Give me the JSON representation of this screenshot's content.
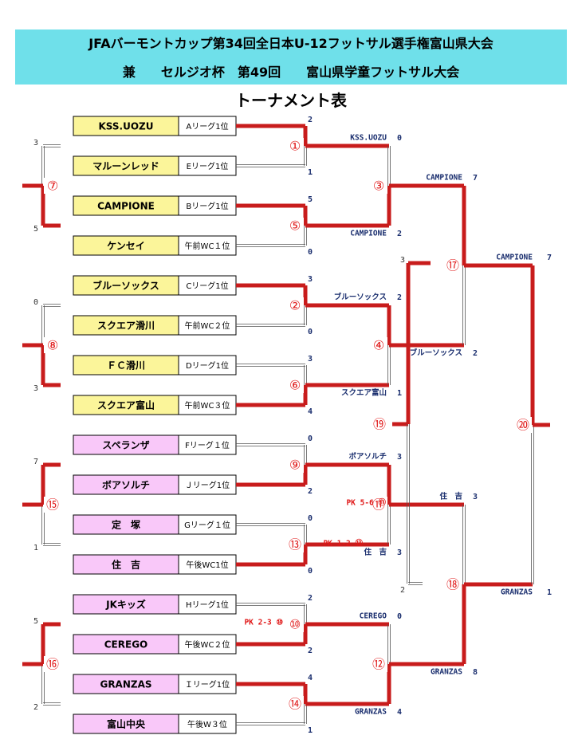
{
  "header": {
    "line1": "JFAバーモントカップ第34回全日本U-12フットサル選手権富山県大会",
    "line2": "兼　　セルジオ杯　第49回　　富山県学童フットサル大会"
  },
  "title": "トーナメント表",
  "colors": {
    "yellow": "#fbf59a",
    "pink": "#f9c8f9",
    "red": "#c81c1c",
    "banner": "#6fe0ea"
  },
  "entries": [
    {
      "team": "KSS.UOZU",
      "seed": "Aリーグ1位"
    },
    {
      "team": "マルーンレッド",
      "seed": "Eリーグ1位"
    },
    {
      "team": "CAMPIONE",
      "seed": "Bリーグ1位"
    },
    {
      "team": "ケンセイ",
      "seed": "午前WC１位"
    },
    {
      "team": "ブルーソックス",
      "seed": "Cリーグ1位"
    },
    {
      "team": "スクエア滑川",
      "seed": "午前WC２位"
    },
    {
      "team": "ＦＣ滑川",
      "seed": "Dリーグ1位"
    },
    {
      "team": "スクエア富山",
      "seed": "午前WC３位"
    },
    {
      "team": "スペランザ",
      "seed": "Fリーグ１位"
    },
    {
      "team": "ボアソルチ",
      "seed": "Ｊリーグ1位"
    },
    {
      "team": "定　塚",
      "seed": "Gリーグ１位"
    },
    {
      "team": "住　吉",
      "seed": "午後WC1位"
    },
    {
      "team": "JKキッズ",
      "seed": "Hリーグ1位"
    },
    {
      "team": "CEREGO",
      "seed": "午後WC２位"
    },
    {
      "team": "GRANZAS",
      "seed": "Ｉリーグ1位"
    },
    {
      "team": "富山中央",
      "seed": "午後W３位"
    }
  ],
  "r1_scores": [
    "2",
    "1",
    "5",
    "0",
    "3",
    "0",
    "3",
    "4",
    "0",
    "2",
    "0",
    "0",
    "2",
    "2",
    "4",
    "1"
  ],
  "match_labels": {
    "m1": "①",
    "m3": "③",
    "m5": "⑤",
    "m7": "⑦",
    "m2": "②",
    "m4": "④",
    "m6": "⑥",
    "m8": "⑧",
    "m9": "⑨",
    "m11": "⑪",
    "m13": "⑬",
    "m15": "⑮",
    "m10": "⑩",
    "m12": "⑫",
    "m14": "⑭",
    "m16": "⑯",
    "m17": "⑰",
    "m18": "⑱",
    "m19": "⑲",
    "m20": "⑳"
  },
  "pk": {
    "m13": "PK 1-2",
    "m11": "PK 5-6",
    "m10": "PK 2-3"
  },
  "r2": [
    {
      "team": "KSS.UOZU",
      "score": "0"
    },
    {
      "team": "CAMPIONE",
      "score": "2"
    },
    {
      "team": "ブルーソックス",
      "score": "2"
    },
    {
      "team": "スクエア富山",
      "score": "1"
    },
    {
      "team": "ボアソルチ",
      "score": "3"
    },
    {
      "team": "住　吉",
      "score": "3"
    },
    {
      "team": "CEREGO",
      "score": "0"
    },
    {
      "team": "GRANZAS",
      "score": "4"
    }
  ],
  "r3": [
    {
      "team": "CAMPIONE",
      "score": "7"
    },
    {
      "team": "ブルーソックス",
      "score": "2"
    },
    {
      "team": "住　吉",
      "score": "3"
    },
    {
      "team": "GRANZAS",
      "score": "8"
    }
  ],
  "final": [
    {
      "team": "CAMPIONE",
      "score": "7"
    },
    {
      "team": "GRANZAS",
      "score": "1"
    }
  ],
  "consolation": {
    "m7": [
      "3",
      "5"
    ],
    "m8": [
      "0",
      "3"
    ],
    "m15": [
      "7",
      "1"
    ],
    "m16": [
      "5",
      "2"
    ],
    "m19": [
      "3",
      "2"
    ]
  }
}
